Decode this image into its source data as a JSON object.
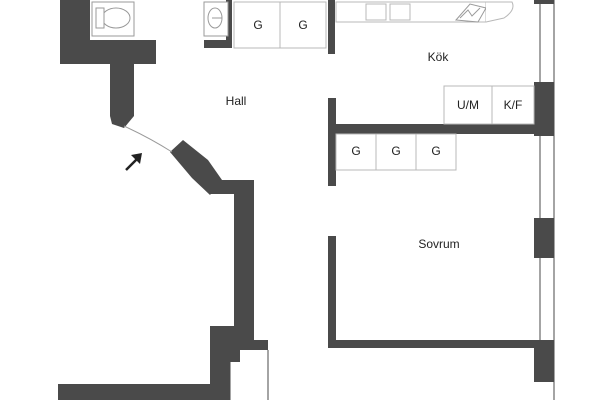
{
  "rooms": {
    "hall": "Hall",
    "kitchen": "Kök",
    "bedroom": "Sovrum"
  },
  "fixtures": {
    "wardrobe_label": "G",
    "washer_label": "U/M",
    "fridge_freezer_label": "K/F"
  },
  "colors": {
    "wall": "#4a4a4a",
    "background": "#ffffff",
    "fixture_outline": "#b8b8b8"
  },
  "icons": {
    "entrance": "arrow-icon",
    "toilet": "toilet-icon",
    "sink": "sink-icon",
    "stove": "stove-icon"
  }
}
